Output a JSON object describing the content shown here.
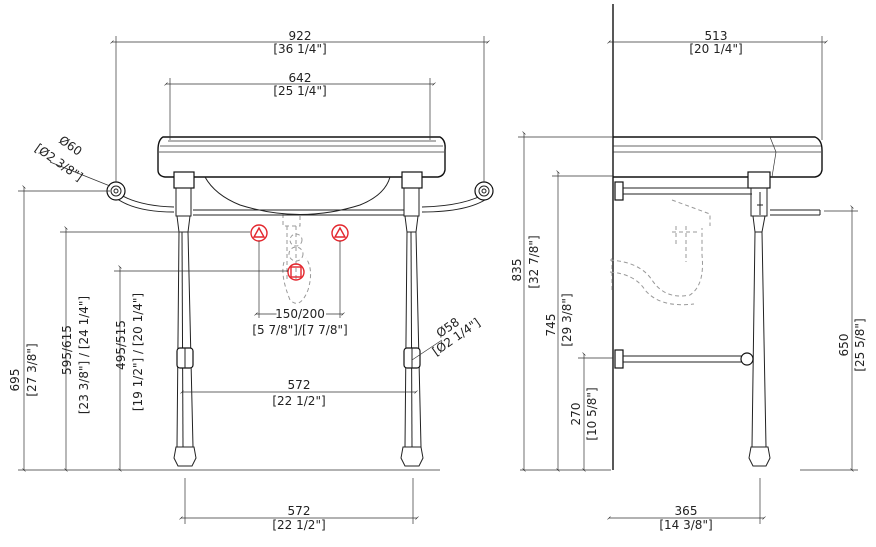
{
  "colors": {
    "line": "#222222",
    "marker": "#e3262d",
    "hidden": "#999999"
  },
  "front": {
    "overall_width": "922",
    "overall_width_in": "[36 1/4\"]",
    "basin_width": "642",
    "basin_width_in": "[25 1/4\"]",
    "rail_flange_dia": "Ø60",
    "rail_flange_dia_in": "[Ø2 3/8\"]",
    "leg_flange_dia": "Ø58",
    "leg_flange_dia_in": "[Ø2 1/4\"]",
    "height_total": "695",
    "height_total_in": "[27 3/8\"]",
    "height_drain": "595/615",
    "height_drain_in": "[23 3/8\"] / [24 1/4\"]",
    "height_trap": "495/515",
    "height_trap_in": "[19 1/2\"] / [20 1/4\"]",
    "supply_spacing": "150/200",
    "supply_spacing_in": "[5 7/8\"]/[7 7/8\"]",
    "leg_centers": "572",
    "leg_centers_in": "[22 1/2\"]",
    "base_width": "572",
    "base_width_in": "[22 1/2\"]"
  },
  "side": {
    "depth": "513",
    "depth_in": "[20 1/4\"]",
    "height_rim": "835",
    "height_rim_in": "[32 7/8\"]",
    "height_underside": "745",
    "height_underside_in": "[29 3/8\"]",
    "height_shelf": "270",
    "height_shelf_in": "[10 5/8\"]",
    "height_towel": "650",
    "height_towel_in": "[25 5/8\"]",
    "leg_depth": "365",
    "leg_depth_in": "[14 3/8\"]"
  }
}
